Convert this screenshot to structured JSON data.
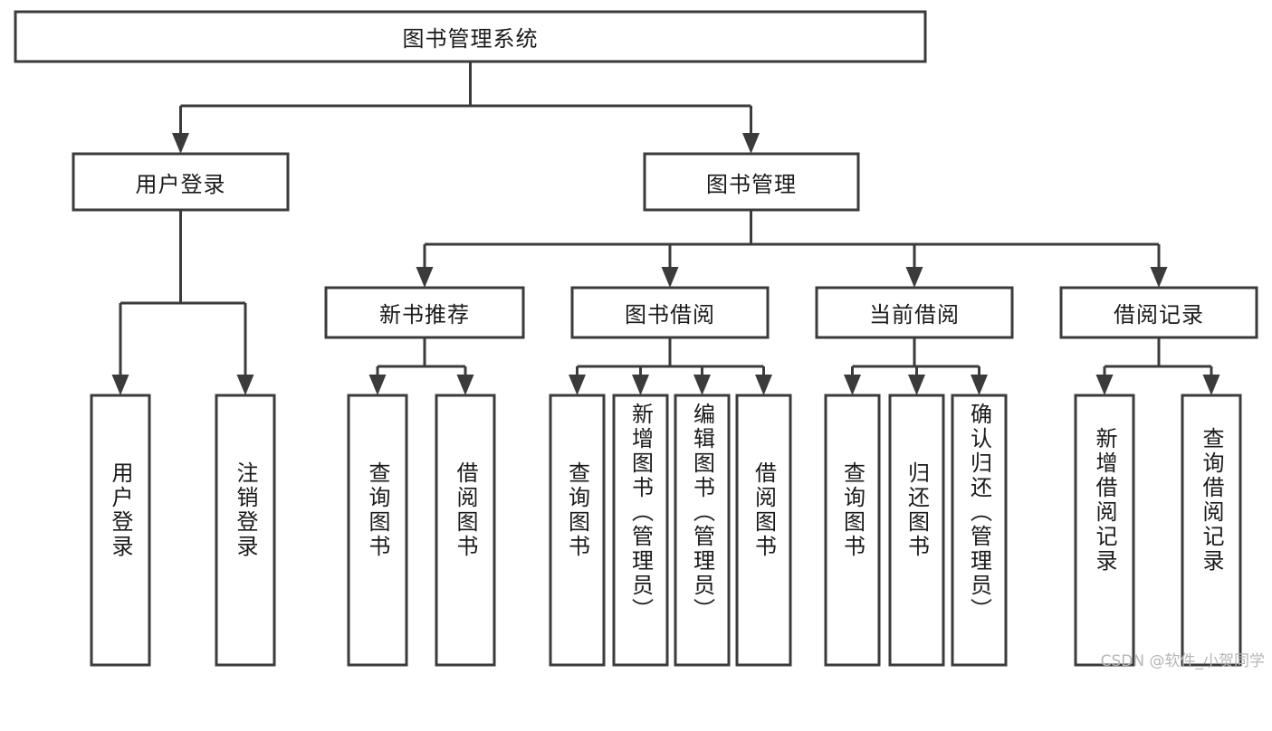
{
  "diagram": {
    "type": "tree",
    "title": "图书管理系统",
    "orientation": "top-down",
    "colors": {
      "stroke": "#3b3b3b",
      "box_fill": "#ffffff",
      "text": "#1a1a1a",
      "background": "#ffffff",
      "watermark": "#b6b6b6"
    },
    "root": {
      "label": "图书管理系统",
      "children": [
        {
          "label": "用户登录",
          "children": [
            {
              "label": "用户登录"
            },
            {
              "label": "注销登录"
            }
          ]
        },
        {
          "label": "图书管理",
          "children": [
            {
              "label": "新书推荐",
              "children": [
                {
                  "label": "查询图书"
                },
                {
                  "label": "借阅图书"
                }
              ]
            },
            {
              "label": "图书借阅",
              "children": [
                {
                  "label": "查询图书"
                },
                {
                  "label": "新增图书（管理员）"
                },
                {
                  "label": "编辑图书（管理员）"
                },
                {
                  "label": "借阅图书"
                }
              ]
            },
            {
              "label": "当前借阅",
              "children": [
                {
                  "label": "查询图书"
                },
                {
                  "label": "归还图书"
                },
                {
                  "label": "确认归还（管理员）"
                }
              ]
            },
            {
              "label": "借阅记录",
              "children": [
                {
                  "label": "新增借阅记录"
                },
                {
                  "label": "查询借阅记录"
                }
              ]
            }
          ]
        }
      ]
    }
  },
  "nodes": {
    "root": "图书管理系统",
    "l1": {
      "user_login": "用户登录",
      "book_manage": "图书管理"
    },
    "l2": {
      "new_book_rec": "新书推荐",
      "book_borrow": "图书借阅",
      "current_borrow": "当前借阅",
      "borrow_record": "借阅记录"
    },
    "leaves": {
      "user_login_login": "用户登录",
      "user_login_logout": "注销登录",
      "rec_query_book": "查询图书",
      "rec_borrow_book": "借阅图书",
      "borrow_query_book": "查询图书",
      "borrow_add_book": "新增图书（管理员）",
      "borrow_edit_book": "编辑图书（管理员）",
      "borrow_borrow_book": "借阅图书",
      "current_query_book": "查询图书",
      "current_return_book": "归还图书",
      "current_confirm_return": "确认归还（管理员）",
      "record_add": "新增借阅记录",
      "record_query": "查询借阅记录"
    }
  },
  "watermark": {
    "text": "CSDN @软件_小贺同学"
  }
}
